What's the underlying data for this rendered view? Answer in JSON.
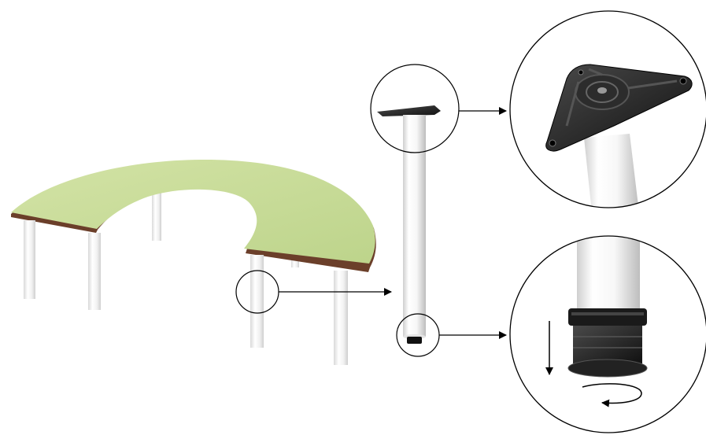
{
  "scene": {
    "background_color": "#ffffff",
    "tabletop_color": "#c9dc9a",
    "tabletop_edge_color": "#6b3f2a",
    "leg_color": "#eeeeee",
    "bracket_color": "#2a2a2a",
    "line_color": "#000000"
  },
  "items": {
    "table": "u-shaped-table",
    "leg": "table-leg",
    "details": [
      "top-bracket-detail",
      "leveling-foot-detail"
    ],
    "motion_hints": [
      "down-arrow",
      "rotate-arrow"
    ]
  }
}
